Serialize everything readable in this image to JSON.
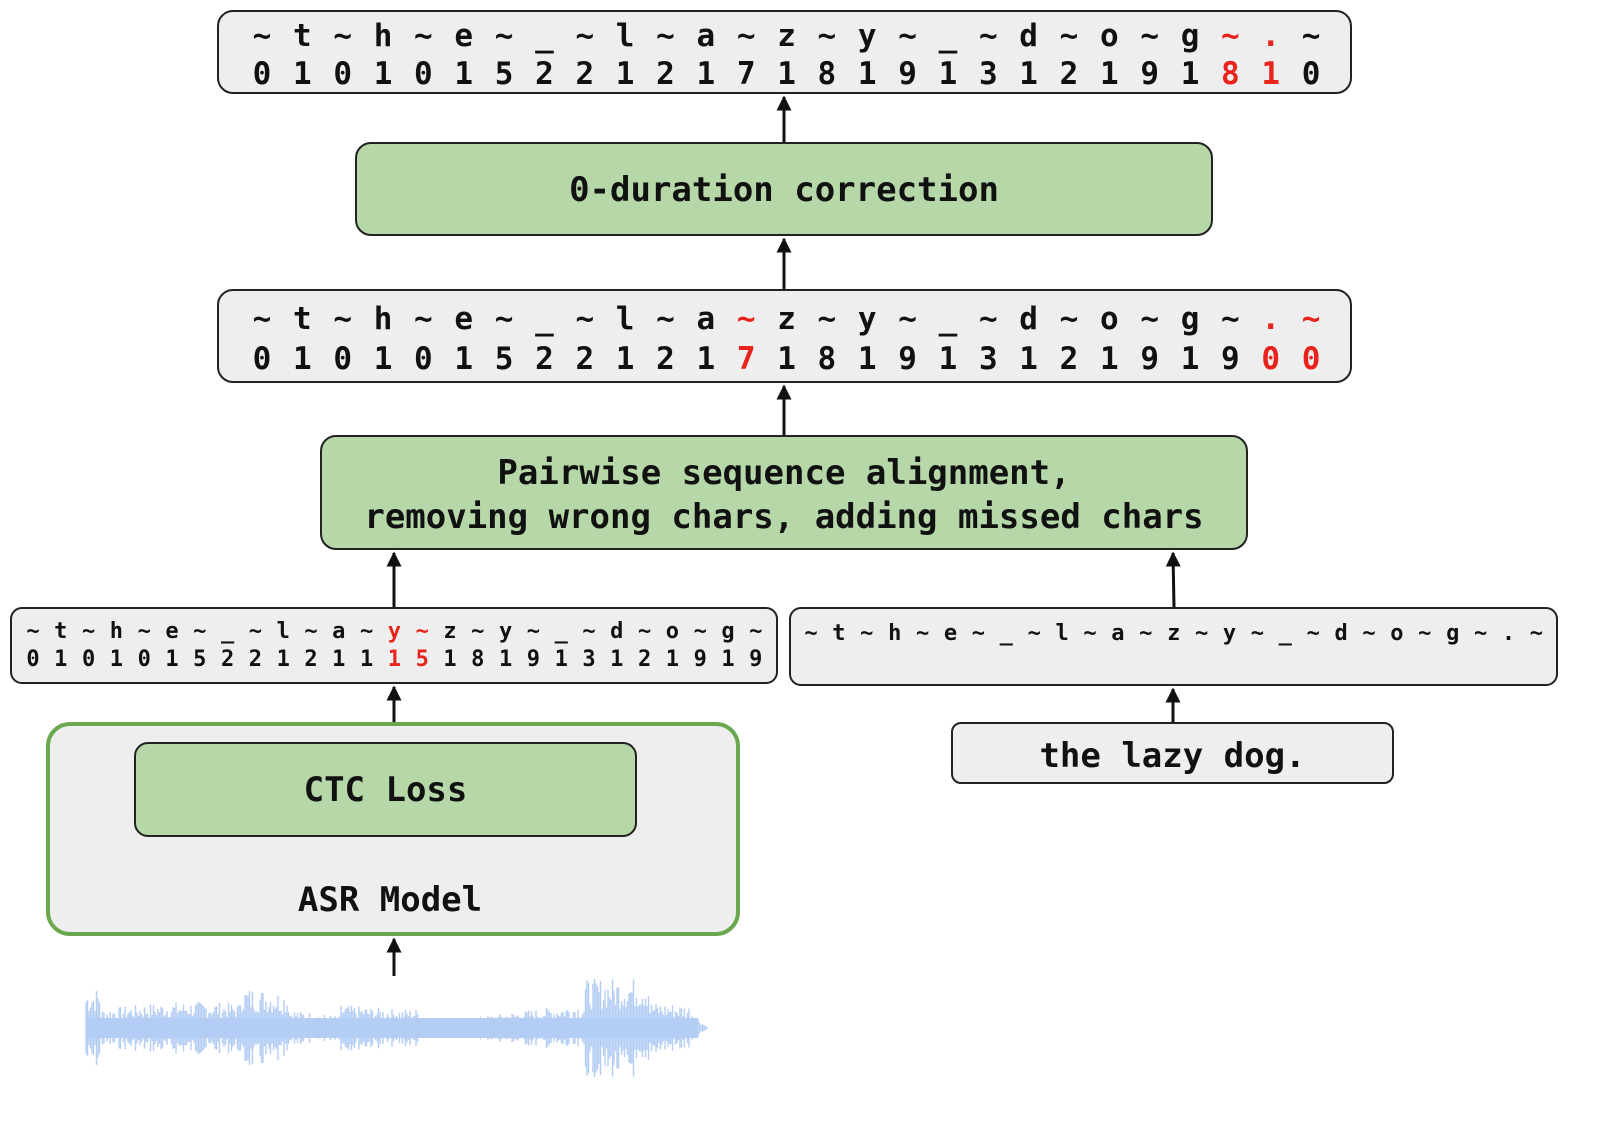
{
  "top_output": {
    "chars": [
      "~",
      "t",
      "~",
      "h",
      "~",
      "e",
      "~",
      "_",
      "~",
      "l",
      "~",
      "a",
      "~",
      "z",
      "~",
      "y",
      "~",
      "_",
      "~",
      "d",
      "~",
      "o",
      "~",
      "g",
      "~",
      ".",
      "~"
    ],
    "durations": [
      "0",
      "1",
      "0",
      "1",
      "0",
      "1",
      "5",
      "2",
      "2",
      "1",
      "2",
      "1",
      "7",
      "1",
      "8",
      "1",
      "9",
      "1",
      "3",
      "1",
      "2",
      "1",
      "9",
      "1",
      "8",
      "1",
      "0"
    ],
    "red_char_indices": [
      24,
      25
    ],
    "red_duration_indices": [
      24,
      25
    ]
  },
  "zero_duration": {
    "label": "0-duration correction"
  },
  "aligned": {
    "chars": [
      "~",
      "t",
      "~",
      "h",
      "~",
      "e",
      "~",
      "_",
      "~",
      "l",
      "~",
      "a",
      "~",
      "z",
      "~",
      "y",
      "~",
      "_",
      "~",
      "d",
      "~",
      "o",
      "~",
      "g",
      "~",
      ".",
      "~"
    ],
    "durations": [
      "0",
      "1",
      "0",
      "1",
      "0",
      "1",
      "5",
      "2",
      "2",
      "1",
      "2",
      "1",
      "7",
      "1",
      "8",
      "1",
      "9",
      "1",
      "3",
      "1",
      "2",
      "1",
      "9",
      "1",
      "9",
      "0",
      "0"
    ],
    "red_char_indices": [
      12,
      25,
      26
    ],
    "red_duration_indices": [
      12,
      25,
      26
    ]
  },
  "pairwise": {
    "line1": "Pairwise sequence alignment,",
    "line2": "removing wrong chars, adding missed chars"
  },
  "asr_output": {
    "chars": [
      "~",
      "t",
      "~",
      "h",
      "~",
      "e",
      "~",
      "_",
      "~",
      "l",
      "~",
      "a",
      "~",
      "y",
      "~",
      "z",
      "~",
      "y",
      "~",
      "_",
      "~",
      "d",
      "~",
      "o",
      "~",
      "g",
      "~"
    ],
    "durations": [
      "0",
      "1",
      "0",
      "1",
      "0",
      "1",
      "5",
      "2",
      "2",
      "1",
      "2",
      "1",
      "1",
      "1",
      "5",
      "1",
      "8",
      "1",
      "9",
      "1",
      "3",
      "1",
      "2",
      "1",
      "9",
      "1",
      "9"
    ],
    "red_char_indices": [
      13,
      14
    ],
    "red_duration_indices": [
      13,
      14
    ]
  },
  "text_tokens": {
    "chars": [
      "~",
      "t",
      "~",
      "h",
      "~",
      "e",
      "~",
      "_",
      "~",
      "l",
      "~",
      "a",
      "~",
      "z",
      "~",
      "y",
      "~",
      "_",
      "~",
      "d",
      "~",
      "o",
      "~",
      "g",
      "~",
      ".",
      "~"
    ]
  },
  "transcript": {
    "text": "the lazy dog."
  },
  "asr_model": {
    "loss_label": "CTC Loss",
    "model_label": "ASR Model"
  },
  "waveform": {
    "icon": "audio-waveform-icon",
    "color": "#b4cdf4"
  },
  "colors": {
    "green_box": "#b6d7a8",
    "green_border": "#6aa84f",
    "highlight": "#e8231c",
    "gray_box": "#eeeeee"
  }
}
